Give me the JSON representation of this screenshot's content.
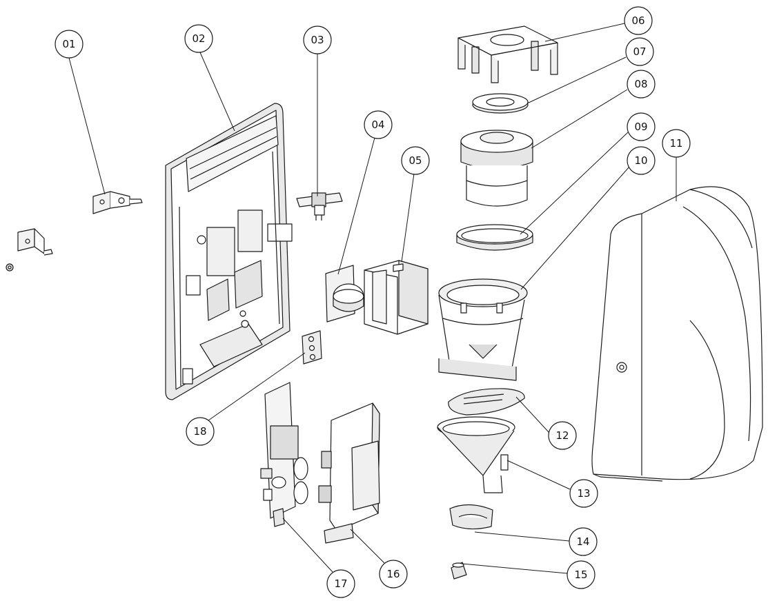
{
  "diagram": {
    "type": "exploded-parts-view",
    "colors": {
      "line": "#1a1a1a",
      "fill": "#ffffff",
      "shade": "#e6e6e6",
      "dark": "#bdbdbd"
    },
    "callouts": [
      "01",
      "02",
      "03",
      "04",
      "05",
      "06",
      "07",
      "08",
      "09",
      "10",
      "11",
      "12",
      "13",
      "14",
      "15",
      "16",
      "17",
      "18"
    ]
  }
}
